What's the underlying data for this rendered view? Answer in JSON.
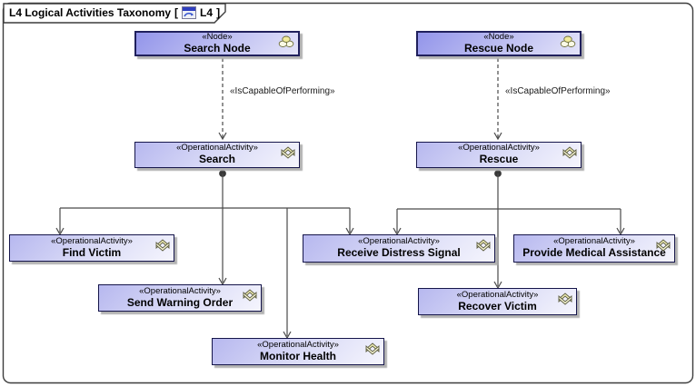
{
  "frame": {
    "title": "L4 Logical Activities Taxonomy",
    "bracket_open": "[",
    "abbrev": "L4",
    "bracket_close": "]"
  },
  "colors": {
    "node_fill_start": "#9395ea",
    "node_fill_end": "#e4e4f9",
    "activity_fill_start": "#b7b8ef",
    "activity_fill_end": "#f5f5fd",
    "box_border": "#20205c",
    "connector": "#4a4a4a",
    "shadow": "#b2b2b2",
    "icon_yellow": "#f2ec9a",
    "tab_icon_blue": "#2f3fc0"
  },
  "boxes": {
    "search_node": {
      "stereotype": "«Node»",
      "name": "Search Node"
    },
    "rescue_node": {
      "stereotype": "«Node»",
      "name": "Rescue Node"
    },
    "search": {
      "stereotype": "«OperationalActivity»",
      "name": "Search"
    },
    "rescue": {
      "stereotype": "«OperationalActivity»",
      "name": "Rescue"
    },
    "find_victim": {
      "stereotype": "«OperationalActivity»",
      "name": "Find Victim"
    },
    "send_warning_order": {
      "stereotype": "«OperationalActivity»",
      "name": "Send Warning Order"
    },
    "monitor_health": {
      "stereotype": "«OperationalActivity»",
      "name": "Monitor Health"
    },
    "receive_distress_signal": {
      "stereotype": "«OperationalActivity»",
      "name": "Receive Distress Signal"
    },
    "recover_victim": {
      "stereotype": "«OperationalActivity»",
      "name": "Recover Victim"
    },
    "provide_medical_assistance": {
      "stereotype": "«OperationalActivity»",
      "name": "Provide Medical Assistance"
    }
  },
  "edges": {
    "search_capability": {
      "label": "«IsCapableOfPerforming»"
    },
    "rescue_capability": {
      "label": "«IsCapableOfPerforming»"
    }
  }
}
